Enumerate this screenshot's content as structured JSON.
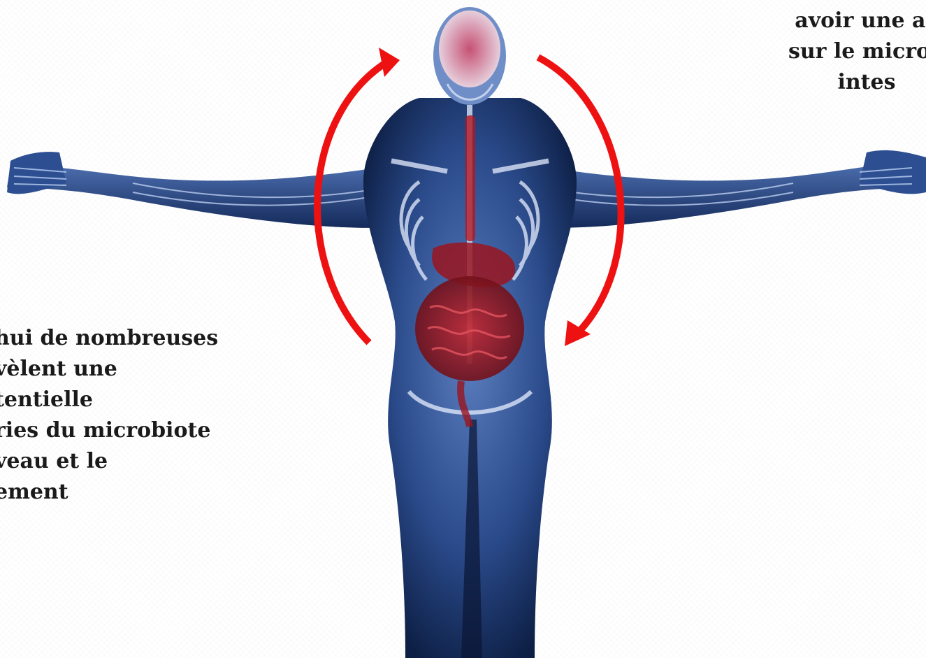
{
  "left_text": {
    "lines": [
      "hui de nombreuses",
      "vèlent une",
      "tentielle",
      "ries du microbiote",
      "veau et le",
      "ement"
    ]
  },
  "right_text": {
    "lines": [
      "avoir une ac",
      "sur le microb",
      "intes"
    ]
  },
  "figure": {
    "icon": "human-body-xray-icon",
    "arrow_color": "#ee1111",
    "organ_color": "#b01822",
    "body_color": "#1d3f7a"
  }
}
